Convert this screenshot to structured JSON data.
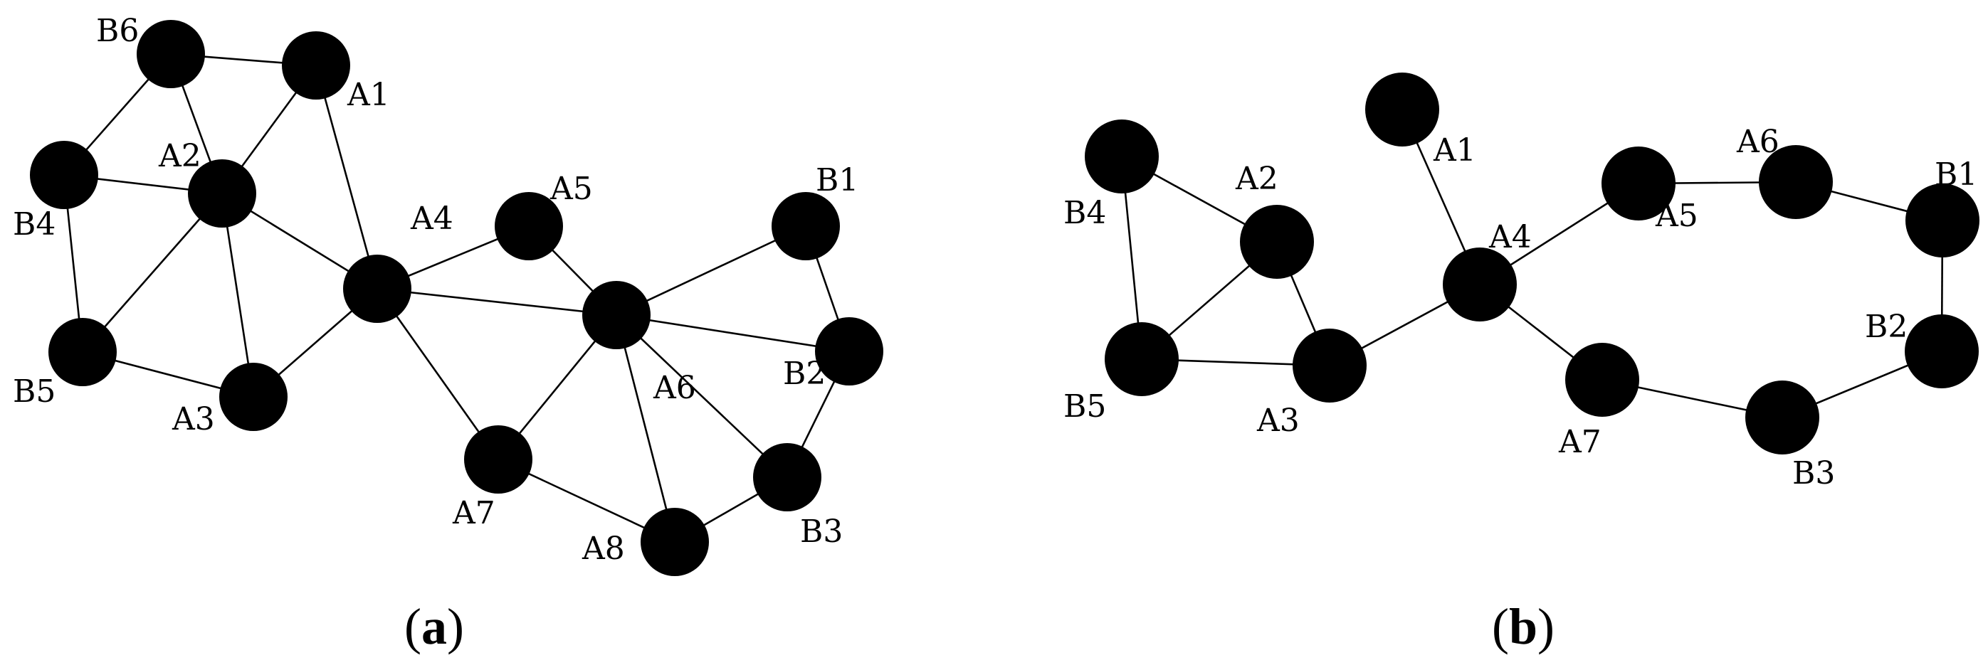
{
  "colors": {
    "node": "#000000",
    "edge": "#000000",
    "background": "#ffffff"
  },
  "panels": [
    {
      "id": "a",
      "caption": "a",
      "nodes": [
        {
          "id": "B6",
          "label": "B6"
        },
        {
          "id": "A1",
          "label": "A1"
        },
        {
          "id": "A2",
          "label": "A2"
        },
        {
          "id": "B4",
          "label": "B4"
        },
        {
          "id": "B5",
          "label": "B5"
        },
        {
          "id": "A3",
          "label": "A3"
        },
        {
          "id": "A4",
          "label": "A4"
        },
        {
          "id": "A5",
          "label": "A5"
        },
        {
          "id": "A6",
          "label": "A6"
        },
        {
          "id": "A7",
          "label": "A7"
        },
        {
          "id": "A8",
          "label": "A8"
        },
        {
          "id": "B1",
          "label": "B1"
        },
        {
          "id": "B2",
          "label": "B2"
        },
        {
          "id": "B3",
          "label": "B3"
        }
      ],
      "edges": [
        [
          "B6",
          "A1"
        ],
        [
          "B6",
          "B4"
        ],
        [
          "B6",
          "A2"
        ],
        [
          "A1",
          "A2"
        ],
        [
          "A1",
          "A4"
        ],
        [
          "B4",
          "A2"
        ],
        [
          "B4",
          "B5"
        ],
        [
          "A2",
          "B5"
        ],
        [
          "A2",
          "A3"
        ],
        [
          "A2",
          "A4"
        ],
        [
          "B5",
          "A3"
        ],
        [
          "A3",
          "A4"
        ],
        [
          "A4",
          "A5"
        ],
        [
          "A4",
          "A6"
        ],
        [
          "A4",
          "A7"
        ],
        [
          "A5",
          "A6"
        ],
        [
          "A6",
          "B1"
        ],
        [
          "A6",
          "B2"
        ],
        [
          "A6",
          "B3"
        ],
        [
          "A6",
          "A7"
        ],
        [
          "A6",
          "A8"
        ],
        [
          "B1",
          "B2"
        ],
        [
          "B2",
          "B3"
        ],
        [
          "B3",
          "A8"
        ],
        [
          "A7",
          "A8"
        ]
      ]
    },
    {
      "id": "b",
      "caption": "b",
      "nodes": [
        {
          "id": "A1",
          "label": "A1"
        },
        {
          "id": "B4",
          "label": "B4"
        },
        {
          "id": "A2",
          "label": "A2"
        },
        {
          "id": "B5",
          "label": "B5"
        },
        {
          "id": "A3",
          "label": "A3"
        },
        {
          "id": "A4",
          "label": "A4"
        },
        {
          "id": "A5",
          "label": "A5"
        },
        {
          "id": "A6",
          "label": "A6"
        },
        {
          "id": "A7",
          "label": "A7"
        },
        {
          "id": "B1",
          "label": "B1"
        },
        {
          "id": "B2",
          "label": "B2"
        },
        {
          "id": "B3",
          "label": "B3"
        }
      ],
      "edges": [
        [
          "B4",
          "A2"
        ],
        [
          "B4",
          "B5"
        ],
        [
          "A2",
          "B5"
        ],
        [
          "A2",
          "A3"
        ],
        [
          "B5",
          "A3"
        ],
        [
          "A3",
          "A4"
        ],
        [
          "A1",
          "A4"
        ],
        [
          "A4",
          "A5"
        ],
        [
          "A4",
          "A7"
        ],
        [
          "A5",
          "A6"
        ],
        [
          "A6",
          "B1"
        ],
        [
          "B1",
          "B2"
        ],
        [
          "B2",
          "B3"
        ],
        [
          "A7",
          "B3"
        ]
      ]
    }
  ]
}
